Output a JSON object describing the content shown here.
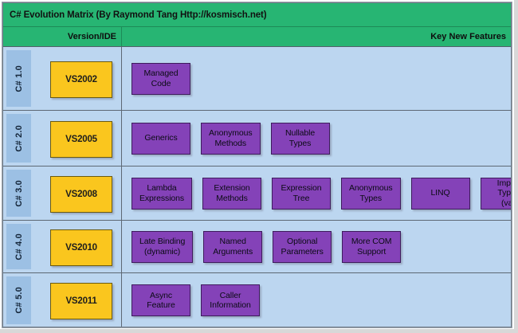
{
  "header": {
    "title": "C# Evolution Matrix (By Raymond Tang Http://kosmisch.net)",
    "col_version": "Version/IDE",
    "col_features": "Key New Features"
  },
  "colors": {
    "header_green": "#27b573",
    "body_blue": "#bcd6f0",
    "strip_blue": "#9cc0e4",
    "ide_yellow": "#fac61e",
    "feature_purple": "#8442b8"
  },
  "rows": [
    {
      "version": "C# 1.0",
      "ide": "VS2002",
      "features": [
        "Managed\nCode"
      ]
    },
    {
      "version": "C# 2.0",
      "ide": "VS2005",
      "features": [
        "Generics",
        "Anonymous\nMethods",
        "Nullable\nTypes"
      ]
    },
    {
      "version": "C# 3.0",
      "ide": "VS2008",
      "features": [
        "Lambda\nExpressions",
        "Extension\nMethods",
        "Expression\nTree",
        "Anonymous\nTypes",
        "LINQ",
        "Implicit\nTyping (var)"
      ]
    },
    {
      "version": "C# 4.0",
      "ide": "VS2010",
      "features": [
        "Late Binding\n(dynamic)",
        "Named\nArguments",
        "Optional\nParameters",
        "More COM\nSupport"
      ]
    },
    {
      "version": "C# 5.0",
      "ide": "VS2011",
      "features": [
        "Async\nFeature",
        "Caller\nInformation"
      ]
    }
  ]
}
